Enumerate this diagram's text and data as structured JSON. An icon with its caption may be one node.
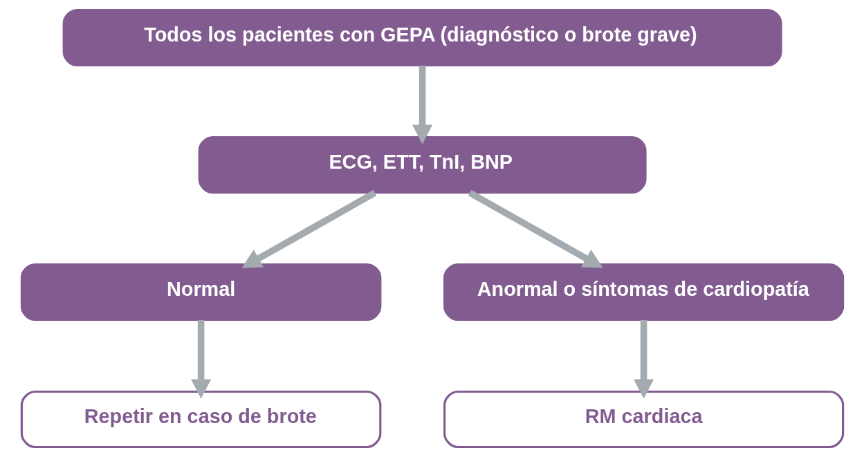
{
  "diagram": {
    "nodes": [
      {
        "text": [
          "Todos los pacientes con GEPA (diagnóstico o brote grave)"
        ]
      },
      {
        "text": [
          "ECG, ETT, TnI, BNP"
        ]
      },
      {
        "text": [
          "Normal"
        ]
      },
      {
        "text": [
          "Anormal o síntomas de cardiopatía"
        ]
      },
      {
        "text": [
          "Repetir en caso de brote"
        ]
      },
      {
        "text": [
          "RM cardiaca"
        ]
      }
    ],
    "edges": [
      {
        "from": 0,
        "to": 1,
        "arrow": "to"
      },
      {
        "from": 1,
        "to": 2,
        "arrow": "to"
      },
      {
        "from": 1,
        "to": 3,
        "arrow": "to"
      },
      {
        "from": 2,
        "to": 4,
        "arrow": "to"
      },
      {
        "from": 3,
        "to": 5,
        "arrow": "to"
      }
    ]
  }
}
